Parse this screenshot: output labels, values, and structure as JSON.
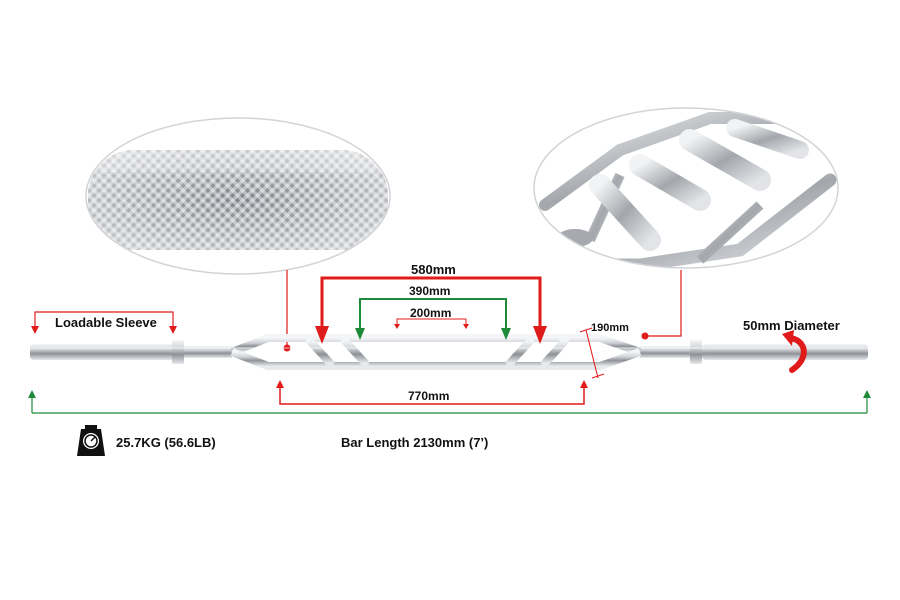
{
  "labels": {
    "loadable_sleeve": "Loadable Sleeve",
    "diameter": "50mm Diameter",
    "width_outer": "580mm",
    "width_middle": "390mm",
    "width_inner": "200mm",
    "width_bottom": "770mm",
    "height": "190mm",
    "weight": "25.7KG (56.6LB)",
    "bar_length": "Bar Length 2130mm (7’)"
  },
  "icons": {
    "weight": "scale-icon"
  },
  "colors": {
    "red": "#e01b1b",
    "green": "#1e8a3a",
    "chrome": "#b9bcc0"
  }
}
